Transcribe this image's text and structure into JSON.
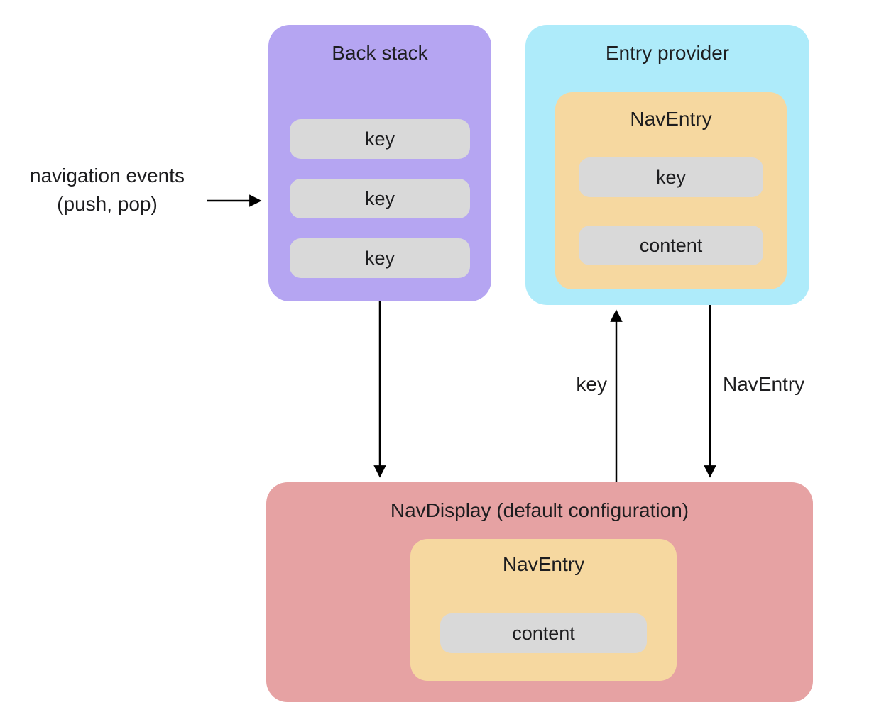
{
  "colors": {
    "back_stack": "#b5a5f2",
    "entry_provider": "#aeebfa",
    "nav_entry": "#f6d8a0",
    "pill": "#d9d9d9",
    "nav_display": "#e6a2a3",
    "text": "#1d1d1f",
    "arrow": "#000000"
  },
  "annotations": {
    "nav_events_line1": "navigation events",
    "nav_events_line2": "(push, pop)",
    "key_arrow_label": "key",
    "nav_entry_arrow_label": "NavEntry"
  },
  "back_stack": {
    "title": "Back stack",
    "keys": [
      "key",
      "key",
      "key"
    ]
  },
  "entry_provider": {
    "title": "Entry provider",
    "nav_entry": {
      "title": "NavEntry",
      "key": "key",
      "content": "content"
    }
  },
  "nav_display": {
    "title": "NavDisplay (default configuration)",
    "nav_entry": {
      "title": "NavEntry",
      "content": "content"
    }
  }
}
